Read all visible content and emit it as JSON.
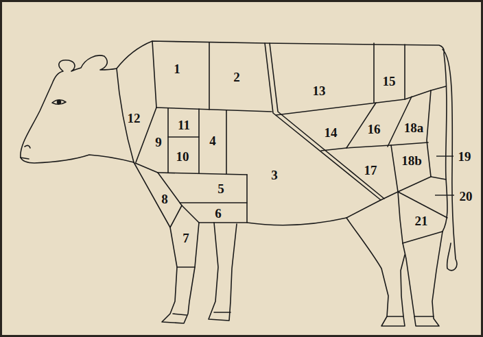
{
  "diagram": {
    "labels": [
      "1",
      "2",
      "3",
      "4",
      "5",
      "6",
      "7",
      "8",
      "9",
      "10",
      "11",
      "12",
      "13",
      "14",
      "15",
      "16",
      "17",
      "18a",
      "18b",
      "19",
      "20",
      "21"
    ]
  }
}
